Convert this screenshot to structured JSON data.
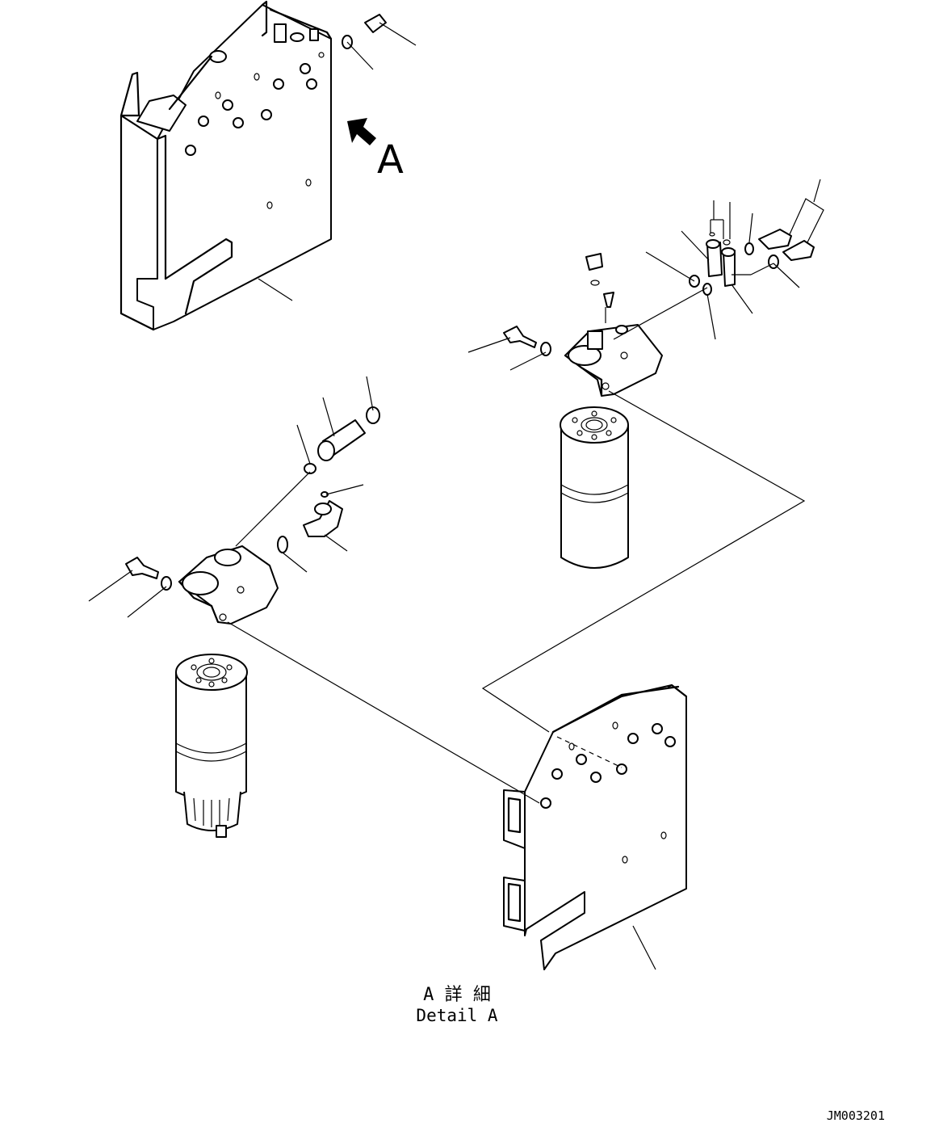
{
  "view_label": "A",
  "detail_caption_jp": "A 詳 細",
  "detail_caption_en": "Detail A",
  "drawing_number": "JM003201"
}
